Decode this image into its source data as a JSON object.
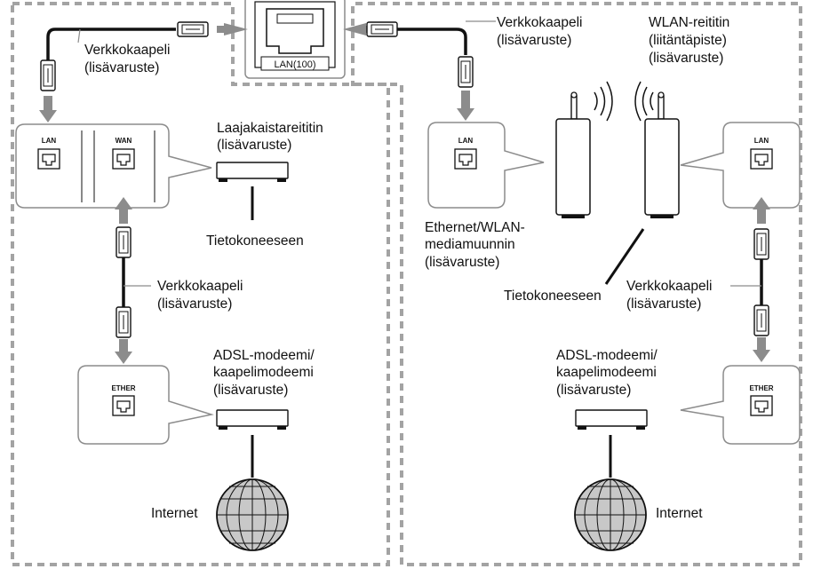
{
  "device": {
    "port_label": "LAN(100)"
  },
  "ports": {
    "lan": "LAN",
    "wan": "WAN",
    "ether": "ETHER"
  },
  "left": {
    "cable_top": {
      "line1": "Verkkokaapeli",
      "line2": "(lisävaruste)"
    },
    "router": {
      "line1": "Laajakaistareititin",
      "line2": "(lisävaruste)"
    },
    "to_computer": "Tietokoneeseen",
    "cable_mid": {
      "line1": "Verkkokaapeli",
      "line2": "(lisävaruste)"
    },
    "modem": {
      "line1": "ADSL-modeemi/",
      "line2": "kaapelimodeemi",
      "line3": "(lisävaruste)"
    },
    "internet": "Internet"
  },
  "right": {
    "cable_top": {
      "line1": "Verkkokaapeli",
      "line2": "(lisävaruste)"
    },
    "wlan_router": {
      "line1": "WLAN-reititin",
      "line2": "(liitäntäpiste)",
      "line3": "(lisävaruste)"
    },
    "converter": {
      "line1": "Ethernet/WLAN-",
      "line2": "mediamuunnin",
      "line3": "(lisävaruste)"
    },
    "to_computer": "Tietokoneeseen",
    "cable_mid": {
      "line1": "Verkkokaapeli",
      "line2": "(lisävaruste)"
    },
    "modem": {
      "line1": "ADSL-modeemi/",
      "line2": "kaapelimodeemi",
      "line3": "(lisävaruste)"
    },
    "internet": "Internet"
  }
}
